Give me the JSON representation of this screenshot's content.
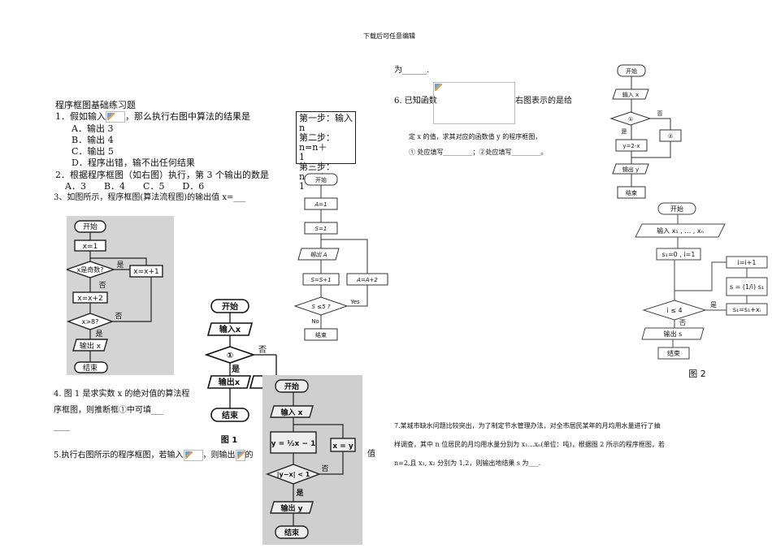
{
  "header": "下载后可任意编辑",
  "title": "程序框图基础练习题",
  "q1": {
    "pre": "1．假如输入",
    "post": "，那么执行右图中算法的结果是",
    "options": [
      "A．输出 3",
      "B．输出 4",
      "C．输出 5",
      "D．程序出错，输不出任何结果"
    ]
  },
  "q2": {
    "text": "2．根据程序框图（如右图）执行，第 3 个输出的数是",
    "options": "A．3　　B．4　　C．5　　D．6"
  },
  "q3": {
    "text": "3、如图所示，程序框图(算法流程图)的输出值 x=___"
  },
  "steps": [
    "第一步：输入 n",
    "第二步：n=n＋",
    "1",
    "第三步：n=n＋",
    "1"
  ],
  "q4": {
    "line1": "4. 图 1 是求实数 x 的绝对值的算法程",
    "line2": "序框图，则推断框①中可填___",
    "line3": "____"
  },
  "q5": {
    "pre": "5.执行右图所示的程序框图，若输入",
    "mid": "，则输出",
    "post": "的",
    "tail": "值",
    "cont": "为______."
  },
  "q6": {
    "pre": "6. 已知函数",
    "post": "右图表示的是给",
    "line2": "定 x 的值，求其对应的函数值 y 的程序框图，",
    "line3": "① 处应填写_________；②处应填写_________。"
  },
  "q7": {
    "line1": "7.某城市缺水问题比较突出，为了制定节水管理办法，对全市居民某年的月均用水量进行了抽",
    "line2": "样调查，其中 n 位居民的月均用水量分别为 x₁…xₙ(单位：吨)，根据图 2 所示的程序框图，若",
    "line3": "n=2,且 x₁, x₂ 分别为 1,2，则输出地结果 s 为",
    "blank": "___."
  },
  "fc_q3": {
    "start": "开始",
    "init": "x=1",
    "odd": "x是奇数?",
    "yes": "是",
    "no": "否",
    "incr1": "x=x+1",
    "incr2": "x=x+2",
    "cond": "x>8?",
    "out": "输出 x",
    "end": "结束"
  },
  "fc_q2": {
    "start": "开始",
    "a1": "A=1",
    "s1": "S=1",
    "out": "输出 A",
    "ss": "S=S+1",
    "aa": "A=A+2",
    "cond": "S ≤5 ?",
    "yes": "Yes",
    "no": "No",
    "end": "结束"
  },
  "fc_fig1": {
    "start": "开始",
    "in": "输入x",
    "cond": "①",
    "no": "否",
    "yes": "是",
    "out": "输出x",
    "end": "结束",
    "label": "图 1"
  },
  "fc_q5": {
    "start": "开始",
    "in": "输入 x",
    "calc": "y = ½x − 1",
    "assign": "x = y",
    "cond": "|y−x| < 1",
    "no": "否",
    "yes": "是",
    "out": "输出 y",
    "end": "结束"
  },
  "fc_q6": {
    "start": "开始",
    "in": "输入 x",
    "c1": "①",
    "no": "否",
    "yes": "是",
    "c2": "②",
    "a": "y=2-x",
    "out": "输出 y",
    "end": "结束"
  },
  "fc_fig2": {
    "start": "开始",
    "in": "输入 x₁ , … , xₙ",
    "init": "s₁=0 , i=1",
    "cond": "i ≤ 4",
    "yes": "是",
    "no": "否",
    "out": "输出 s",
    "end": "结束",
    "inc": "i=i+1",
    "div": "s = (1/i) s₁",
    "acc": "s₁=s₁+xᵢ",
    "label": "图 2"
  }
}
